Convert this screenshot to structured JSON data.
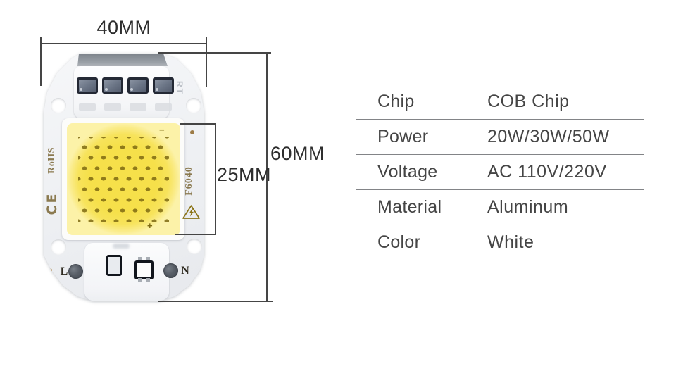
{
  "product": {
    "dimensions": {
      "width_label": "40MM",
      "height_label": "60MM",
      "led_area_label": "25MM"
    },
    "chip_markings": {
      "rohs": "RoHS",
      "ce": "CE",
      "model": "F6040",
      "rt": "RT",
      "terminal_left": "L",
      "terminal_right": "N",
      "polarity_minus": "−",
      "polarity_plus": "+"
    },
    "led_grid": {
      "rows": 9,
      "cols": 8
    }
  },
  "spec_table": {
    "rows": [
      {
        "label": "Chip",
        "value": "COB Chip"
      },
      {
        "label": "Power",
        "value": "20W/30W/50W"
      },
      {
        "label": "Voltage",
        "value": "AC 110V/220V"
      },
      {
        "label": "Material",
        "value": "Aluminum"
      },
      {
        "label": "Color",
        "value": "White"
      }
    ]
  },
  "colors": {
    "led_yellow": "#f6e04a",
    "silkscreen_olive": "#8b7a50",
    "dimension_line": "#454545",
    "table_line": "#828487",
    "text": "#454545",
    "component_dark": "#232834",
    "body_aluminum": "#eef0f3"
  }
}
